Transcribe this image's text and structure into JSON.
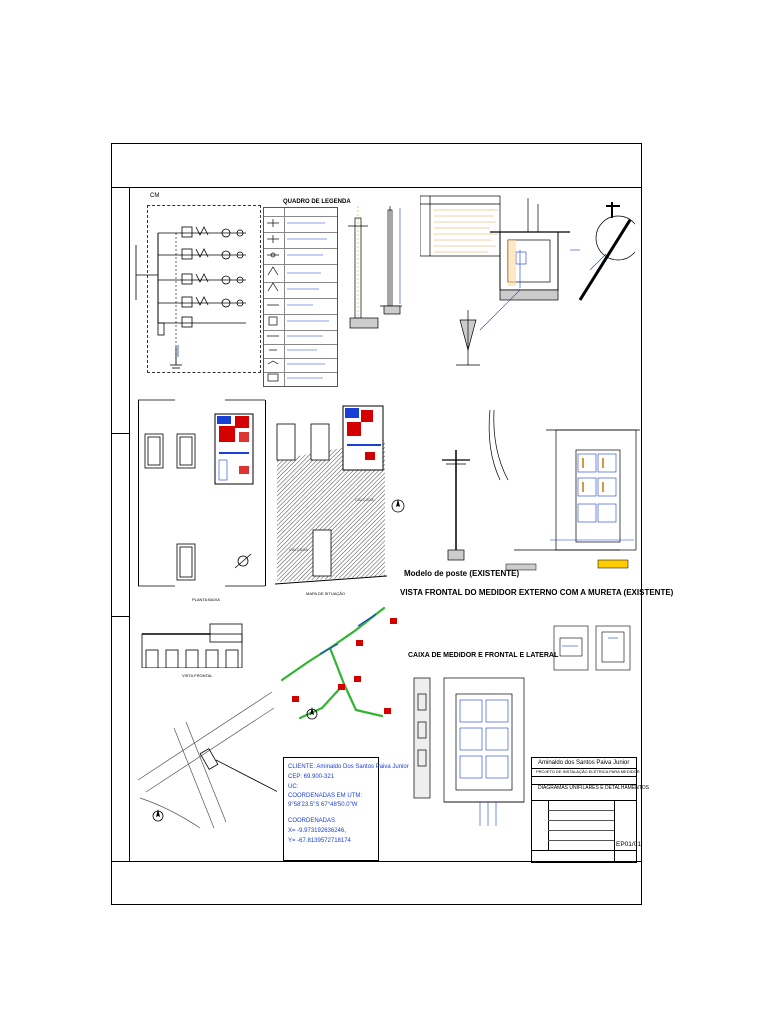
{
  "diagram": {
    "label": "CM"
  },
  "legend": {
    "title": "QUADRO DE LEGENDA"
  },
  "pole_caption": "Modelo de poste  (EXISTENTE)",
  "front_view_caption": "VISTA FRONTAL DO MEDIDOR EXTERNO COM A MURETA (EXISTENTE)",
  "meter_box_caption": "CAIXA DE MEDIDOR E FRONTAL E LATERAL",
  "floor_plan_caption": "PLANTA BAIXA",
  "situation_caption": "MAPA DE SITUAÇÃO",
  "facade_caption": "VISTA FRONTAL",
  "location_caption": "CALÇADA",
  "client": {
    "name_line": "CLIENTE: Aminaldo Dos Santos Paiva Junior",
    "cep_line": "CEP:  69.900-321",
    "uc_line": "UC:",
    "utm_title": "COORDENADAS EM UTM:",
    "utm_value": "9°58'23.5\"S 67°48'50.0\"W",
    "coords_title": "COORDENADAS",
    "x_value": "X= -9.973192636246,",
    "y_value": "Y= -67.8139572718174"
  },
  "title_block": {
    "owner": "Aminaldo dos Santos Paiva Junior",
    "project": "PROJETO DE INSTALAÇÃO ELÉTRICA PARA MEDIDOR",
    "drawing_title": "DIAGRAMAS UNIFILARES E DETALHAMENTOS",
    "sheet_number": "EP01/01"
  },
  "colors": {
    "ink": "#000000",
    "blue": "#1a3fd6",
    "red": "#d40000",
    "green": "#2fb52f",
    "orange": "#e08a20"
  }
}
